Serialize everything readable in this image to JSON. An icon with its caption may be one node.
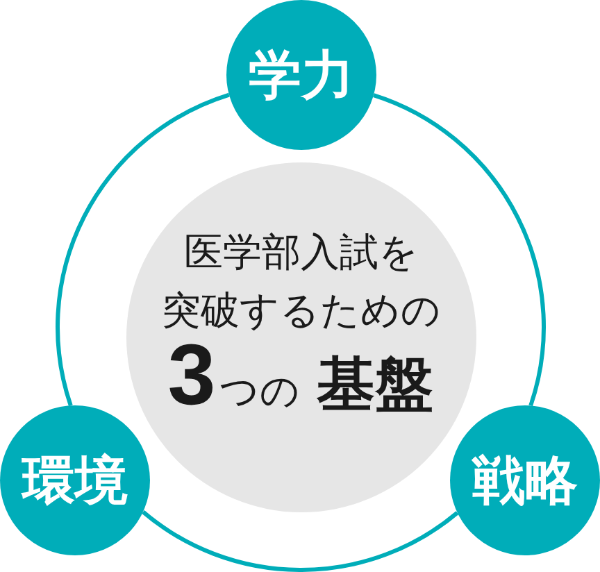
{
  "diagram": {
    "nodes": [
      {
        "text": [
          "学力"
        ]
      },
      {
        "text": [
          "医学部入試を突破するための",
          "**3**つの**基盤**"
        ]
      },
      {
        "text": [
          "環境"
        ]
      },
      {
        "text": [
          "戦略"
        ]
      }
    ],
    "edges": [
      {
        "from": 0,
        "to": 3,
        "arrow": "none"
      },
      {
        "from": 3,
        "to": 2,
        "arrow": "none"
      },
      {
        "from": 2,
        "to": 0,
        "arrow": "none"
      }
    ]
  }
}
